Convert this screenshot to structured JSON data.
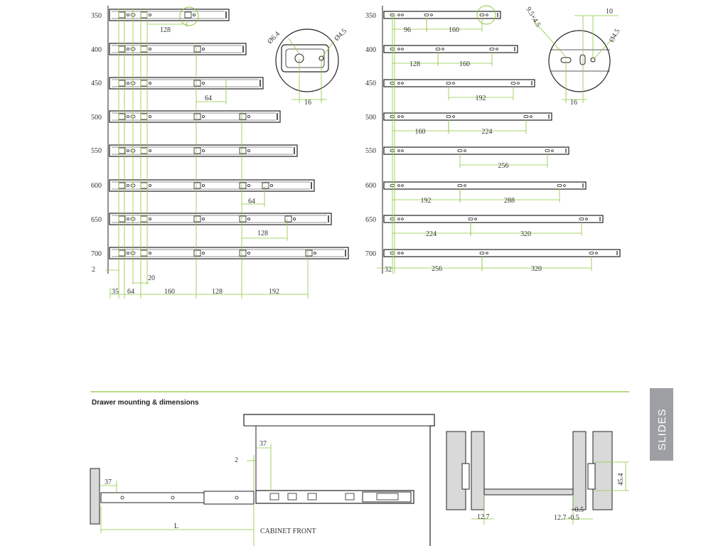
{
  "colors": {
    "accent": "#8dc63f",
    "ink": "#222222",
    "tab": "#9d9fa2",
    "wall": "#d9d9d9"
  },
  "left_diagram": {
    "lengths": [
      "350",
      "400",
      "450",
      "500",
      "550",
      "600",
      "650",
      "700"
    ],
    "inner_dims": [
      "128",
      "64",
      "64",
      "128"
    ],
    "bottom_dims": [
      "35",
      "64",
      "160",
      "128",
      "192"
    ],
    "small_dims": {
      "offset": "2",
      "hole": "20"
    },
    "detail": {
      "hole_large": "Ø6.4",
      "hole_small": "Ø4.5",
      "spacing": "16"
    }
  },
  "right_diagram": {
    "lengths": [
      "350",
      "400",
      "450",
      "500",
      "550",
      "600",
      "650",
      "700"
    ],
    "row_dims": [
      [
        "96",
        "160"
      ],
      [
        "128",
        "160"
      ],
      [
        "192"
      ],
      [
        "160",
        "224"
      ],
      [
        "256"
      ],
      [
        "192",
        "288"
      ],
      [
        "224",
        "320"
      ],
      [
        "256",
        "320"
      ]
    ],
    "offset": "32",
    "detail": {
      "slot": "9.5×4.5",
      "top": "10",
      "hole": "Ø4.5",
      "spacing": "16"
    }
  },
  "mounting": {
    "section_title": "Drawer mounting & dimensions",
    "dim_37_top": "37",
    "dim_2": "2",
    "dim_37_left": "37",
    "dim_L": "L",
    "cabinet_front": "CABINET FRONT",
    "dim_45_4": "45.4",
    "dim_12_7": "12.7",
    "dim_tol_plus": "+0.5",
    "dim_tol_main": "12.7",
    "dim_tol_minus": "-0.5"
  },
  "side_tab": {
    "label": "SLIDES"
  }
}
